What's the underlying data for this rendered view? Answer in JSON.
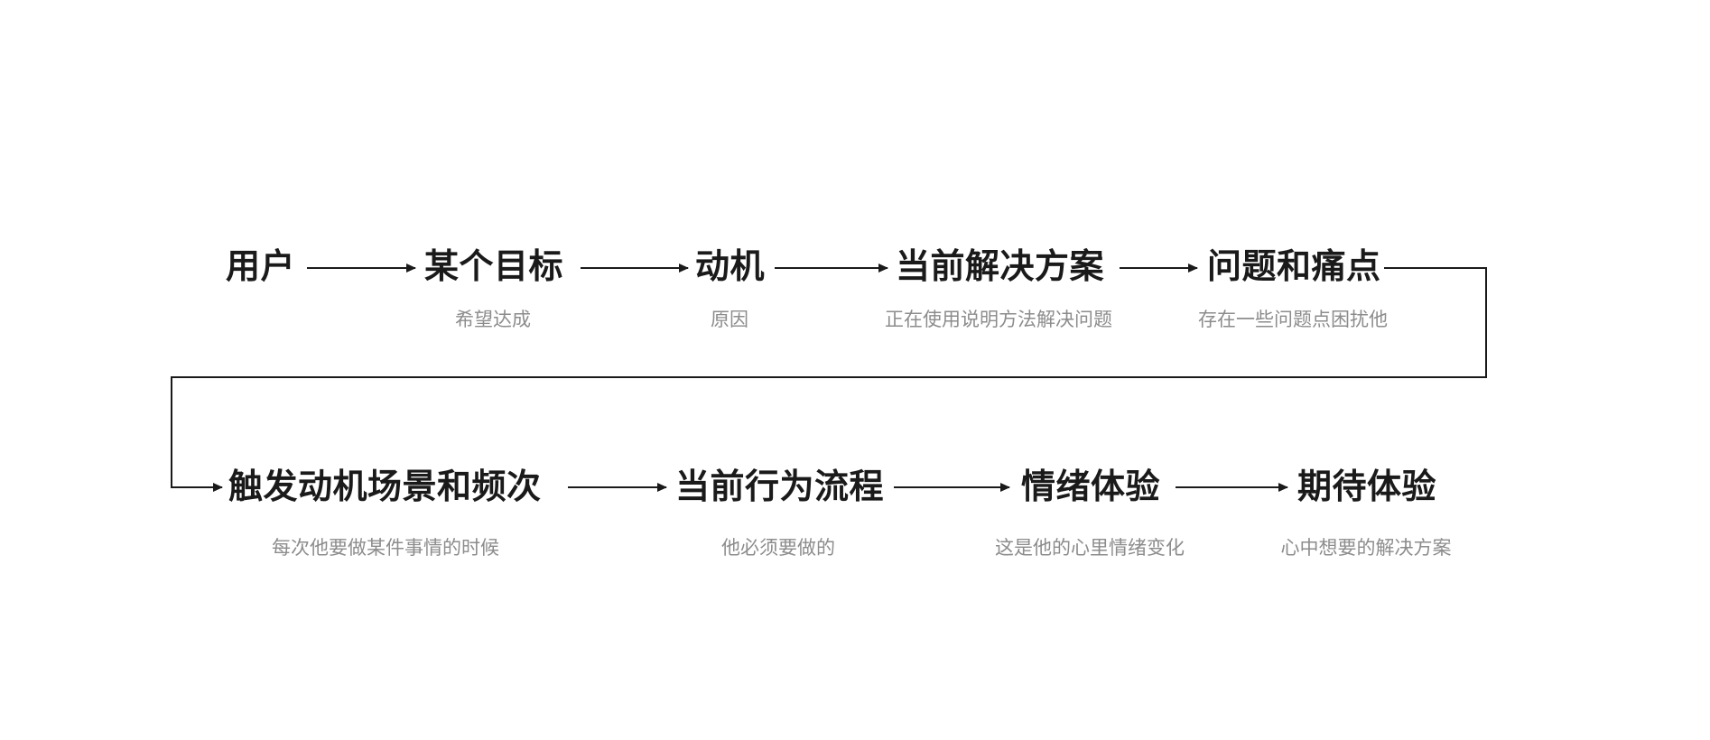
{
  "diagram": {
    "colors": {
      "background": "#ffffff",
      "line": "#1a1a1a",
      "title_text": "#1a1a1a",
      "subtitle_text": "#8c8c8c"
    },
    "rows": [
      {
        "nodes": [
          {
            "title": "用户",
            "subtitle": ""
          },
          {
            "title": "某个目标",
            "subtitle": "希望达成"
          },
          {
            "title": "动机",
            "subtitle": "原因"
          },
          {
            "title": "当前解决方案",
            "subtitle": "正在使用说明方法解决问题"
          },
          {
            "title": "问题和痛点",
            "subtitle": "存在一些问题点困扰他"
          }
        ]
      },
      {
        "nodes": [
          {
            "title": "触发动机场景和频次",
            "subtitle": "每次他要做某件事情的时候"
          },
          {
            "title": "当前行为流程",
            "subtitle": "他必须要做的"
          },
          {
            "title": "情绪体验",
            "subtitle": "这是他的心里情绪变化"
          },
          {
            "title": "期待体验",
            "subtitle": "心中想要的解决方案"
          }
        ]
      }
    ]
  }
}
